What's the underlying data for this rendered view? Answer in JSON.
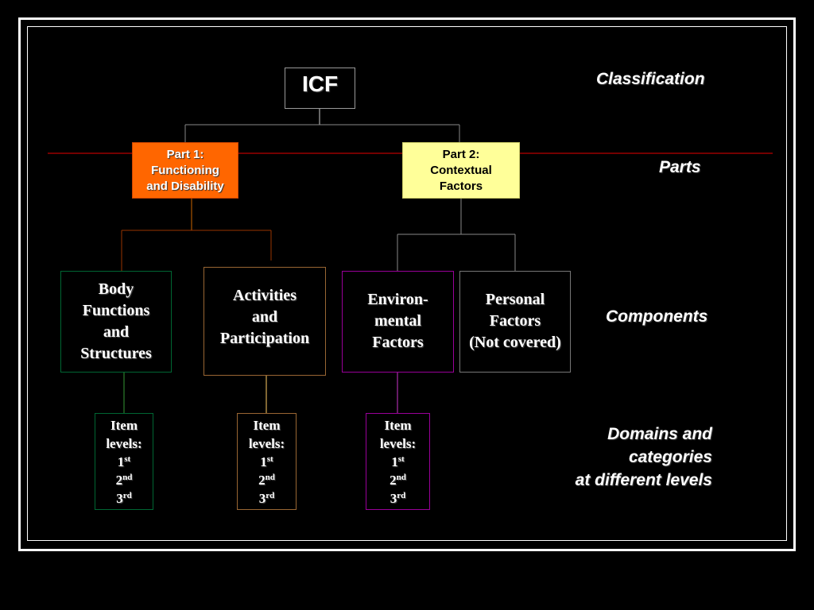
{
  "root": {
    "title": "ICF"
  },
  "parts": [
    {
      "label": "Part 1:\nFunctioning\nand Disability",
      "color": "#ff6600"
    },
    {
      "label": "Part 2:\nContextual\nFactors",
      "color": "#ffff99"
    }
  ],
  "components": [
    {
      "label": "Body\nFunctions\nand\nStructures",
      "border": "#006633"
    },
    {
      "label": "Activities\nand\nParticipation",
      "border": "#996633"
    },
    {
      "label": "Environ-\nmental\nFactors",
      "border": "#990099"
    },
    {
      "label": "Personal\nFactors\n(Not covered)",
      "border": "#777777"
    }
  ],
  "item_levels": {
    "heading": "Item\nlevels:",
    "levels": [
      {
        "num": "1",
        "suffix": "st"
      },
      {
        "num": "2",
        "suffix": "nd"
      },
      {
        "num": "3",
        "suffix": "rd"
      }
    ]
  },
  "side_labels": {
    "classification": "Classification",
    "parts": "Parts",
    "components": "Components",
    "domains": "Domains and\ncategories\nat different levels"
  },
  "colors": {
    "background": "#000000",
    "parts_divider": "#990000",
    "part1_connector": "#cc6600",
    "body_connector": "#339933",
    "activities_connector": "#ffcc66",
    "env_connector": "#cc33cc"
  }
}
